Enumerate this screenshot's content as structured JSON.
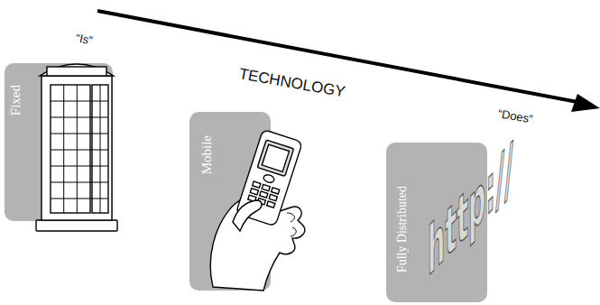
{
  "diagram": {
    "nodes": [
      {
        "text": [
          "Fixed"
        ]
      },
      {
        "text": [
          "Mobile"
        ]
      },
      {
        "text": [
          "Fully Distributed",
          "http://"
        ]
      }
    ],
    "labels": [
      "“Is”",
      "TECHNOLOGY",
      "“Does”"
    ]
  }
}
